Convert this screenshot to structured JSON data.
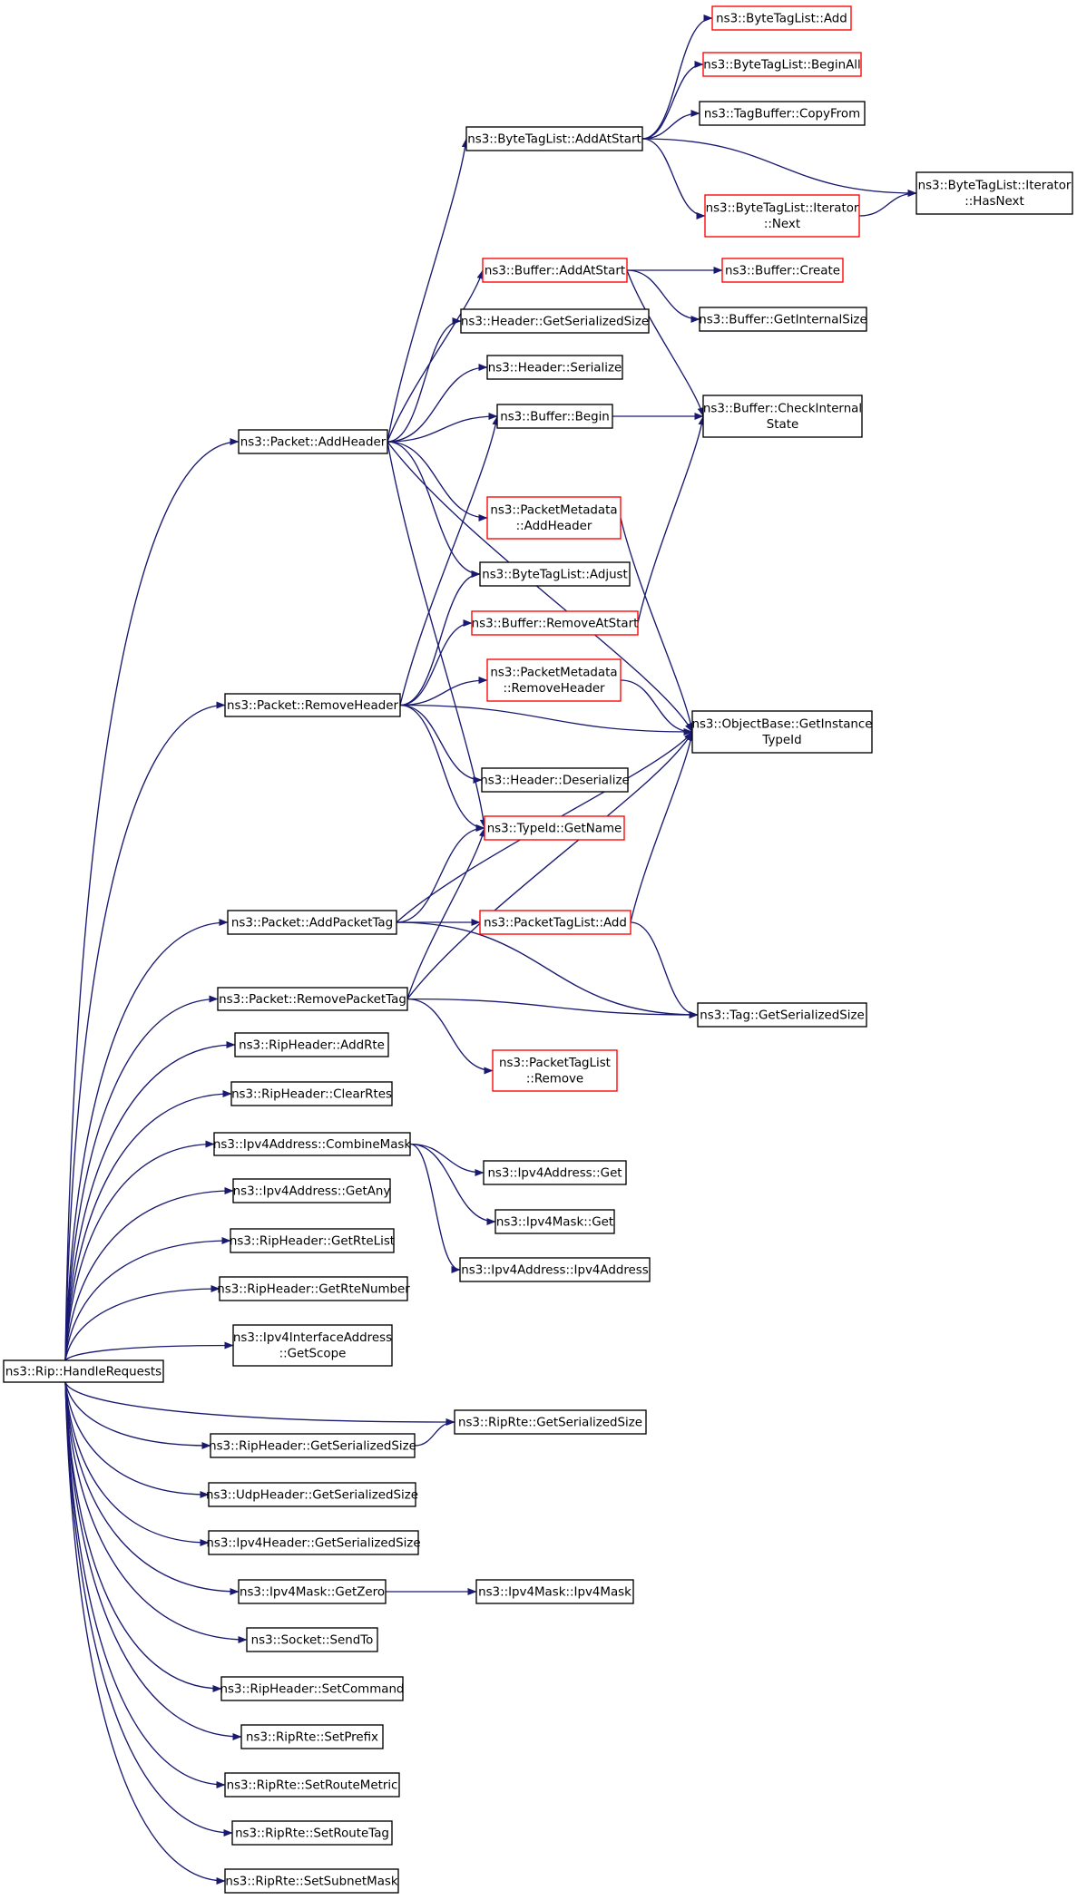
{
  "colors": {
    "edge": "#191970",
    "node_border": "#000000",
    "truncated_border": "#ff0000",
    "root_fill": "#bfbfbf",
    "background": "#ffffff"
  },
  "root": "handle_requests",
  "nodes": [
    {
      "id": "handle_requests",
      "lines": [
        "ns3::Rip::HandleRequests"
      ],
      "style": "root"
    },
    {
      "id": "packet_add_header",
      "lines": [
        "ns3::Packet::AddHeader"
      ],
      "style": "normal"
    },
    {
      "id": "packet_remove_header",
      "lines": [
        "ns3::Packet::RemoveHeader"
      ],
      "style": "normal"
    },
    {
      "id": "packet_add_packet_tag",
      "lines": [
        "ns3::Packet::AddPacketTag"
      ],
      "style": "normal"
    },
    {
      "id": "packet_remove_packet_tag",
      "lines": [
        "ns3::Packet::RemovePacketTag"
      ],
      "style": "normal"
    },
    {
      "id": "rip_header_add_rte",
      "lines": [
        "ns3::RipHeader::AddRte"
      ],
      "style": "normal"
    },
    {
      "id": "rip_header_clear_rtes",
      "lines": [
        "ns3::RipHeader::ClearRtes"
      ],
      "style": "normal"
    },
    {
      "id": "ipv4_address_combine_mask",
      "lines": [
        "ns3::Ipv4Address::CombineMask"
      ],
      "style": "normal"
    },
    {
      "id": "ipv4_address_get_any",
      "lines": [
        "ns3::Ipv4Address::GetAny"
      ],
      "style": "normal"
    },
    {
      "id": "rip_header_get_rte_list",
      "lines": [
        "ns3::RipHeader::GetRteList"
      ],
      "style": "normal"
    },
    {
      "id": "rip_header_get_rte_number",
      "lines": [
        "ns3::RipHeader::GetRteNumber"
      ],
      "style": "normal"
    },
    {
      "id": "ipv4_interface_address_get_scope",
      "lines": [
        "ns3::Ipv4InterfaceAddress",
        "::GetScope"
      ],
      "style": "normal"
    },
    {
      "id": "rip_header_get_serialized_size",
      "lines": [
        "ns3::RipHeader::GetSerializedSize"
      ],
      "style": "normal"
    },
    {
      "id": "udp_header_get_serialized_size",
      "lines": [
        "ns3::UdpHeader::GetSerializedSize"
      ],
      "style": "normal"
    },
    {
      "id": "ipv4_header_get_serialized_size",
      "lines": [
        "ns3::Ipv4Header::GetSerializedSize"
      ],
      "style": "normal"
    },
    {
      "id": "ipv4_mask_get_zero",
      "lines": [
        "ns3::Ipv4Mask::GetZero"
      ],
      "style": "normal"
    },
    {
      "id": "socket_send_to",
      "lines": [
        "ns3::Socket::SendTo"
      ],
      "style": "normal"
    },
    {
      "id": "rip_header_set_command",
      "lines": [
        "ns3::RipHeader::SetCommand"
      ],
      "style": "normal"
    },
    {
      "id": "rip_rte_set_prefix",
      "lines": [
        "ns3::RipRte::SetPrefix"
      ],
      "style": "normal"
    },
    {
      "id": "rip_rte_set_route_metric",
      "lines": [
        "ns3::RipRte::SetRouteMetric"
      ],
      "style": "normal"
    },
    {
      "id": "rip_rte_set_route_tag",
      "lines": [
        "ns3::RipRte::SetRouteTag"
      ],
      "style": "normal"
    },
    {
      "id": "rip_rte_set_subnet_mask",
      "lines": [
        "ns3::RipRte::SetSubnetMask"
      ],
      "style": "normal"
    },
    {
      "id": "byte_tag_list_add_at_start",
      "lines": [
        "ns3::ByteTagList::AddAtStart"
      ],
      "style": "normal"
    },
    {
      "id": "buffer_add_at_start",
      "lines": [
        "ns3::Buffer::AddAtStart"
      ],
      "style": "truncated"
    },
    {
      "id": "header_get_serialized_size",
      "lines": [
        "ns3::Header::GetSerializedSize"
      ],
      "style": "normal"
    },
    {
      "id": "header_serialize",
      "lines": [
        "ns3::Header::Serialize"
      ],
      "style": "normal"
    },
    {
      "id": "buffer_begin",
      "lines": [
        "ns3::Buffer::Begin"
      ],
      "style": "normal"
    },
    {
      "id": "packet_metadata_add_header",
      "lines": [
        "ns3::PacketMetadata",
        "::AddHeader"
      ],
      "style": "truncated"
    },
    {
      "id": "byte_tag_list_adjust",
      "lines": [
        "ns3::ByteTagList::Adjust"
      ],
      "style": "normal"
    },
    {
      "id": "buffer_remove_at_start",
      "lines": [
        "ns3::Buffer::RemoveAtStart"
      ],
      "style": "truncated"
    },
    {
      "id": "packet_metadata_remove_header",
      "lines": [
        "ns3::PacketMetadata",
        "::RemoveHeader"
      ],
      "style": "truncated"
    },
    {
      "id": "header_deserialize",
      "lines": [
        "ns3::Header::Deserialize"
      ],
      "style": "normal"
    },
    {
      "id": "type_id_get_name",
      "lines": [
        "ns3::TypeId::GetName"
      ],
      "style": "truncated"
    },
    {
      "id": "packet_tag_list_add",
      "lines": [
        "ns3::PacketTagList::Add"
      ],
      "style": "truncated"
    },
    {
      "id": "packet_tag_list_remove",
      "lines": [
        "ns3::PacketTagList",
        "::Remove"
      ],
      "style": "truncated"
    },
    {
      "id": "ipv4_address_get",
      "lines": [
        "ns3::Ipv4Address::Get"
      ],
      "style": "normal"
    },
    {
      "id": "ipv4_mask_get",
      "lines": [
        "ns3::Ipv4Mask::Get"
      ],
      "style": "normal"
    },
    {
      "id": "ipv4_address_ipv4_address",
      "lines": [
        "ns3::Ipv4Address::Ipv4Address"
      ],
      "style": "normal"
    },
    {
      "id": "rip_rte_get_serialized_size",
      "lines": [
        "ns3::RipRte::GetSerializedSize"
      ],
      "style": "normal"
    },
    {
      "id": "ipv4_mask_ipv4_mask",
      "lines": [
        "ns3::Ipv4Mask::Ipv4Mask"
      ],
      "style": "normal"
    },
    {
      "id": "byte_tag_list_add",
      "lines": [
        "ns3::ByteTagList::Add"
      ],
      "style": "truncated"
    },
    {
      "id": "byte_tag_list_begin_all",
      "lines": [
        "ns3::ByteTagList::BeginAll"
      ],
      "style": "truncated"
    },
    {
      "id": "tag_buffer_copy_from",
      "lines": [
        "ns3::TagBuffer::CopyFrom"
      ],
      "style": "normal"
    },
    {
      "id": "byte_tag_list_iterator_next",
      "lines": [
        "ns3::ByteTagList::Iterator",
        "::Next"
      ],
      "style": "truncated"
    },
    {
      "id": "byte_tag_list_iterator_has_next",
      "lines": [
        "ns3::ByteTagList::Iterator",
        "::HasNext"
      ],
      "style": "normal"
    },
    {
      "id": "buffer_create",
      "lines": [
        "ns3::Buffer::Create"
      ],
      "style": "truncated"
    },
    {
      "id": "buffer_get_internal_size",
      "lines": [
        "ns3::Buffer::GetInternalSize"
      ],
      "style": "normal"
    },
    {
      "id": "buffer_check_internal_state",
      "lines": [
        "ns3::Buffer::CheckInternal",
        "State"
      ],
      "style": "normal"
    },
    {
      "id": "object_base_get_instance_type_id",
      "lines": [
        "ns3::ObjectBase::GetInstance",
        "TypeId"
      ],
      "style": "normal"
    },
    {
      "id": "tag_get_serialized_size",
      "lines": [
        "ns3::Tag::GetSerializedSize"
      ],
      "style": "normal"
    }
  ],
  "edges": [
    {
      "from": "handle_requests",
      "to": "packet_add_header"
    },
    {
      "from": "handle_requests",
      "to": "packet_remove_header"
    },
    {
      "from": "handle_requests",
      "to": "packet_add_packet_tag"
    },
    {
      "from": "handle_requests",
      "to": "packet_remove_packet_tag"
    },
    {
      "from": "handle_requests",
      "to": "rip_header_add_rte"
    },
    {
      "from": "handle_requests",
      "to": "rip_header_clear_rtes"
    },
    {
      "from": "handle_requests",
      "to": "ipv4_address_combine_mask"
    },
    {
      "from": "handle_requests",
      "to": "ipv4_address_get_any"
    },
    {
      "from": "handle_requests",
      "to": "rip_header_get_rte_list"
    },
    {
      "from": "handle_requests",
      "to": "rip_header_get_rte_number"
    },
    {
      "from": "handle_requests",
      "to": "ipv4_interface_address_get_scope"
    },
    {
      "from": "handle_requests",
      "to": "rip_rte_get_serialized_size"
    },
    {
      "from": "handle_requests",
      "to": "rip_header_get_serialized_size"
    },
    {
      "from": "handle_requests",
      "to": "udp_header_get_serialized_size"
    },
    {
      "from": "handle_requests",
      "to": "ipv4_header_get_serialized_size"
    },
    {
      "from": "handle_requests",
      "to": "ipv4_mask_get_zero"
    },
    {
      "from": "handle_requests",
      "to": "socket_send_to"
    },
    {
      "from": "handle_requests",
      "to": "rip_header_set_command"
    },
    {
      "from": "handle_requests",
      "to": "rip_rte_set_prefix"
    },
    {
      "from": "handle_requests",
      "to": "rip_rte_set_route_metric"
    },
    {
      "from": "handle_requests",
      "to": "rip_rte_set_route_tag"
    },
    {
      "from": "handle_requests",
      "to": "rip_rte_set_subnet_mask"
    },
    {
      "from": "packet_add_header",
      "to": "byte_tag_list_add_at_start"
    },
    {
      "from": "packet_add_header",
      "to": "buffer_add_at_start"
    },
    {
      "from": "packet_add_header",
      "to": "header_get_serialized_size"
    },
    {
      "from": "packet_add_header",
      "to": "header_serialize"
    },
    {
      "from": "packet_add_header",
      "to": "buffer_begin"
    },
    {
      "from": "packet_add_header",
      "to": "object_base_get_instance_type_id"
    },
    {
      "from": "packet_add_header",
      "to": "packet_metadata_add_header"
    },
    {
      "from": "packet_add_header",
      "to": "byte_tag_list_adjust"
    },
    {
      "from": "packet_add_header",
      "to": "type_id_get_name"
    },
    {
      "from": "packet_remove_header",
      "to": "buffer_begin"
    },
    {
      "from": "packet_remove_header",
      "to": "byte_tag_list_adjust"
    },
    {
      "from": "packet_remove_header",
      "to": "buffer_remove_at_start"
    },
    {
      "from": "packet_remove_header",
      "to": "packet_metadata_remove_header"
    },
    {
      "from": "packet_remove_header",
      "to": "object_base_get_instance_type_id"
    },
    {
      "from": "packet_remove_header",
      "to": "header_deserialize"
    },
    {
      "from": "packet_remove_header",
      "to": "type_id_get_name"
    },
    {
      "from": "packet_add_packet_tag",
      "to": "type_id_get_name"
    },
    {
      "from": "packet_add_packet_tag",
      "to": "object_base_get_instance_type_id"
    },
    {
      "from": "packet_add_packet_tag",
      "to": "packet_tag_list_add"
    },
    {
      "from": "packet_add_packet_tag",
      "to": "tag_get_serialized_size"
    },
    {
      "from": "packet_remove_packet_tag",
      "to": "type_id_get_name"
    },
    {
      "from": "packet_remove_packet_tag",
      "to": "object_base_get_instance_type_id"
    },
    {
      "from": "packet_remove_packet_tag",
      "to": "packet_tag_list_remove"
    },
    {
      "from": "packet_remove_packet_tag",
      "to": "tag_get_serialized_size"
    },
    {
      "from": "ipv4_address_combine_mask",
      "to": "ipv4_address_get"
    },
    {
      "from": "ipv4_address_combine_mask",
      "to": "ipv4_mask_get"
    },
    {
      "from": "ipv4_address_combine_mask",
      "to": "ipv4_address_ipv4_address"
    },
    {
      "from": "rip_header_get_serialized_size",
      "to": "rip_rte_get_serialized_size"
    },
    {
      "from": "ipv4_mask_get_zero",
      "to": "ipv4_mask_ipv4_mask"
    },
    {
      "from": "byte_tag_list_add_at_start",
      "to": "byte_tag_list_add"
    },
    {
      "from": "byte_tag_list_add_at_start",
      "to": "byte_tag_list_begin_all"
    },
    {
      "from": "byte_tag_list_add_at_start",
      "to": "tag_buffer_copy_from"
    },
    {
      "from": "byte_tag_list_add_at_start",
      "to": "byte_tag_list_iterator_has_next"
    },
    {
      "from": "byte_tag_list_add_at_start",
      "to": "byte_tag_list_iterator_next"
    },
    {
      "from": "byte_tag_list_iterator_next",
      "to": "byte_tag_list_iterator_has_next"
    },
    {
      "from": "buffer_add_at_start",
      "to": "buffer_create"
    },
    {
      "from": "buffer_add_at_start",
      "to": "buffer_get_internal_size"
    },
    {
      "from": "buffer_add_at_start",
      "to": "buffer_check_internal_state"
    },
    {
      "from": "buffer_begin",
      "to": "buffer_check_internal_state"
    },
    {
      "from": "packet_metadata_add_header",
      "to": "object_base_get_instance_type_id"
    },
    {
      "from": "buffer_remove_at_start",
      "to": "buffer_check_internal_state"
    },
    {
      "from": "packet_metadata_remove_header",
      "to": "object_base_get_instance_type_id"
    },
    {
      "from": "packet_tag_list_add",
      "to": "object_base_get_instance_type_id"
    },
    {
      "from": "packet_tag_list_add",
      "to": "tag_get_serialized_size"
    }
  ]
}
